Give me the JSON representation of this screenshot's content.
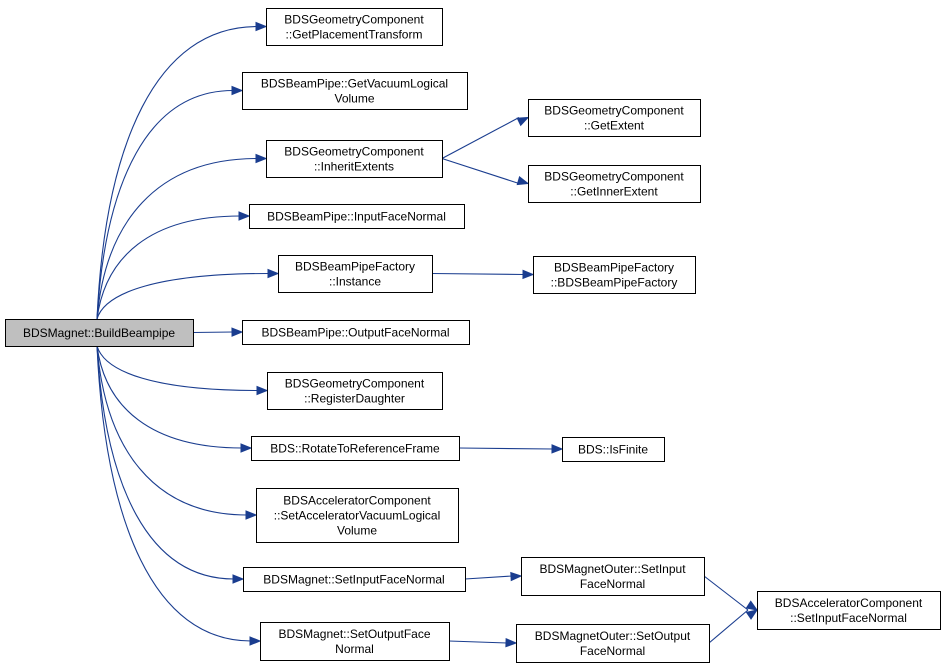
{
  "nodes": {
    "build": {
      "lines": [
        "BDSMagnet::BuildBeampipe"
      ]
    },
    "placement": {
      "lines": [
        "BDSGeometryComponent",
        "::GetPlacementTransform"
      ]
    },
    "vacuum": {
      "lines": [
        "BDSBeamPipe::GetVacuumLogical",
        "Volume"
      ]
    },
    "inherit": {
      "lines": [
        "BDSGeometryComponent",
        "::InheritExtents"
      ]
    },
    "getextent": {
      "lines": [
        "BDSGeometryComponent",
        "::GetExtent"
      ]
    },
    "innerextent": {
      "lines": [
        "BDSGeometryComponent",
        "::GetInnerExtent"
      ]
    },
    "inputface": {
      "lines": [
        "BDSBeamPipe::InputFaceNormal"
      ]
    },
    "instance": {
      "lines": [
        "BDSBeamPipeFactory",
        "::Instance"
      ]
    },
    "factoryctor": {
      "lines": [
        "BDSBeamPipeFactory",
        "::BDSBeamPipeFactory"
      ]
    },
    "outputface": {
      "lines": [
        "BDSBeamPipe::OutputFaceNormal"
      ]
    },
    "register": {
      "lines": [
        "BDSGeometryComponent",
        "::RegisterDaughter"
      ]
    },
    "rotate": {
      "lines": [
        "BDS::RotateToReferenceFrame"
      ]
    },
    "isfinite": {
      "lines": [
        "BDS::IsFinite"
      ]
    },
    "setaccvac": {
      "lines": [
        "BDSAcceleratorComponent",
        "::SetAcceleratorVacuumLogical",
        "Volume"
      ]
    },
    "setinput": {
      "lines": [
        "BDSMagnet::SetInputFaceNormal"
      ]
    },
    "outerinput": {
      "lines": [
        "BDSMagnetOuter::SetInput",
        "FaceNormal"
      ]
    },
    "accinput": {
      "lines": [
        "BDSAcceleratorComponent",
        "::SetInputFaceNormal"
      ]
    },
    "setoutput": {
      "lines": [
        "BDSMagnet::SetOutputFace",
        "Normal"
      ]
    },
    "outeroutput": {
      "lines": [
        "BDSMagnetOuter::SetOutput",
        "FaceNormal"
      ]
    }
  },
  "edges": [
    [
      "build",
      "placement"
    ],
    [
      "build",
      "vacuum"
    ],
    [
      "build",
      "inherit"
    ],
    [
      "build",
      "inputface"
    ],
    [
      "build",
      "instance"
    ],
    [
      "build",
      "outputface"
    ],
    [
      "build",
      "register"
    ],
    [
      "build",
      "rotate"
    ],
    [
      "build",
      "setaccvac"
    ],
    [
      "build",
      "setinput"
    ],
    [
      "build",
      "setoutput"
    ],
    [
      "inherit",
      "getextent"
    ],
    [
      "inherit",
      "innerextent"
    ],
    [
      "instance",
      "factoryctor"
    ],
    [
      "rotate",
      "isfinite"
    ],
    [
      "setinput",
      "outerinput"
    ],
    [
      "outerinput",
      "accinput"
    ],
    [
      "setoutput",
      "outeroutput"
    ],
    [
      "outeroutput",
      "accinput"
    ]
  ],
  "colors": {
    "edge": "#1a3d8f",
    "root_fill": "#bfbfbf",
    "node_fill": "#ffffff",
    "border": "#000000"
  }
}
